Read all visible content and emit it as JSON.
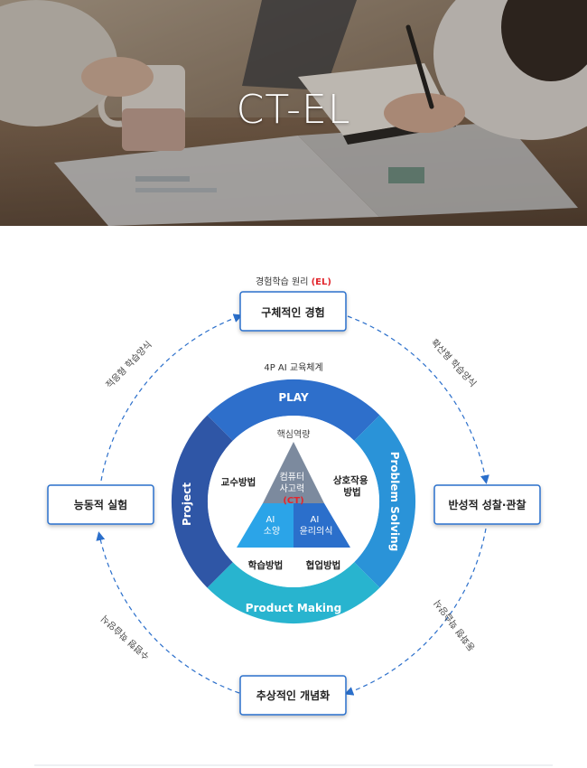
{
  "hero": {
    "title": "CT-EL"
  },
  "cycle": {
    "top_caption_prefix": "경험학습 원리 ",
    "top_caption_highlight": "(EL)",
    "top": "구체적인 경험",
    "right": "반성적 성찰·관찰",
    "bottom": "추상적인 개념화",
    "left": "능동적 실험",
    "arc_top_right": "확산형 학습양식",
    "arc_bottom_right": "동화형 학습양식",
    "arc_bottom_left": "수렴형 학습양식",
    "arc_top_left": "적응형 학습양식"
  },
  "ring": {
    "system_label": "4P AI 교육체계",
    "play": "PLAY",
    "problem_solving": "Problem Solving",
    "product_making": "Product Making",
    "project": "Project"
  },
  "core": {
    "competency_label": "핵심역량",
    "ct_line1": "컴퓨터",
    "ct_line2": "사고력",
    "ct_line3": "(CT)",
    "ai_literacy_line1": "AI",
    "ai_literacy_line2": "소양",
    "ai_ethics_line1": "AI",
    "ai_ethics_line2": "윤리의식",
    "teaching_method": "교수방법",
    "interaction_line1": "상호작용",
    "interaction_line2": "방법",
    "learning_method": "학습방법",
    "collab_method": "협업방법"
  },
  "colors": {
    "play": "#2e6fcb",
    "problem_solving": "#2a93d8",
    "product_making": "#28b4cf",
    "project": "#2f56a6",
    "ct_triangle": "#7c8a9e",
    "ai_literacy_triangle": "#2ba4e8",
    "ai_ethics_triangle": "#2b6fcb",
    "dash": "#2b6fcb",
    "highlight": "#e2262d",
    "box_border": "#2b6fcb"
  }
}
